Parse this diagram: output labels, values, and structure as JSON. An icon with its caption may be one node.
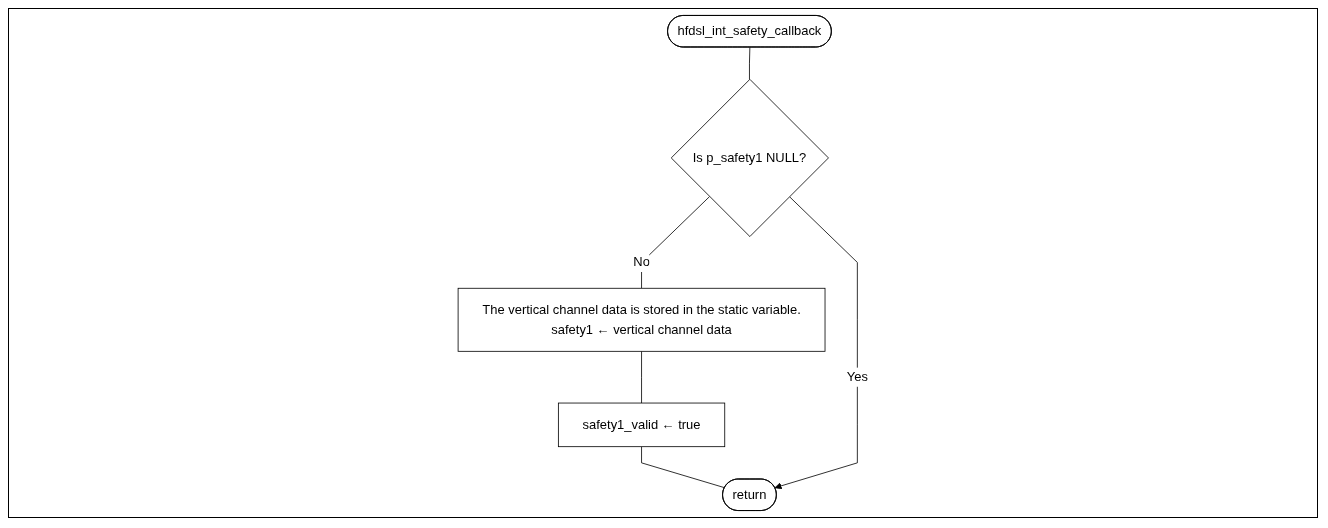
{
  "diagram": {
    "nodes": [
      {
        "text": [
          "hfdsl_int_safety_callback"
        ]
      },
      {
        "text": [
          "Is p_safety1 NULL?"
        ]
      },
      {
        "text": [
          "The vertical channel data is stored in the static variable.",
          "safety1 ← vertical channel data"
        ]
      },
      {
        "text": [
          "safety1_valid ← true"
        ]
      },
      {
        "text": [
          "return"
        ]
      }
    ],
    "edges": [
      {
        "from": 0,
        "to": 1,
        "arrow": "none"
      },
      {
        "from": 1,
        "to": 2,
        "arrow": "none",
        "label": "No"
      },
      {
        "from": 2,
        "to": 3,
        "arrow": "none"
      },
      {
        "from": 3,
        "to": 4,
        "arrow": "none"
      },
      {
        "from": 1,
        "to": 4,
        "arrow": "to",
        "label": "Yes"
      }
    ]
  }
}
